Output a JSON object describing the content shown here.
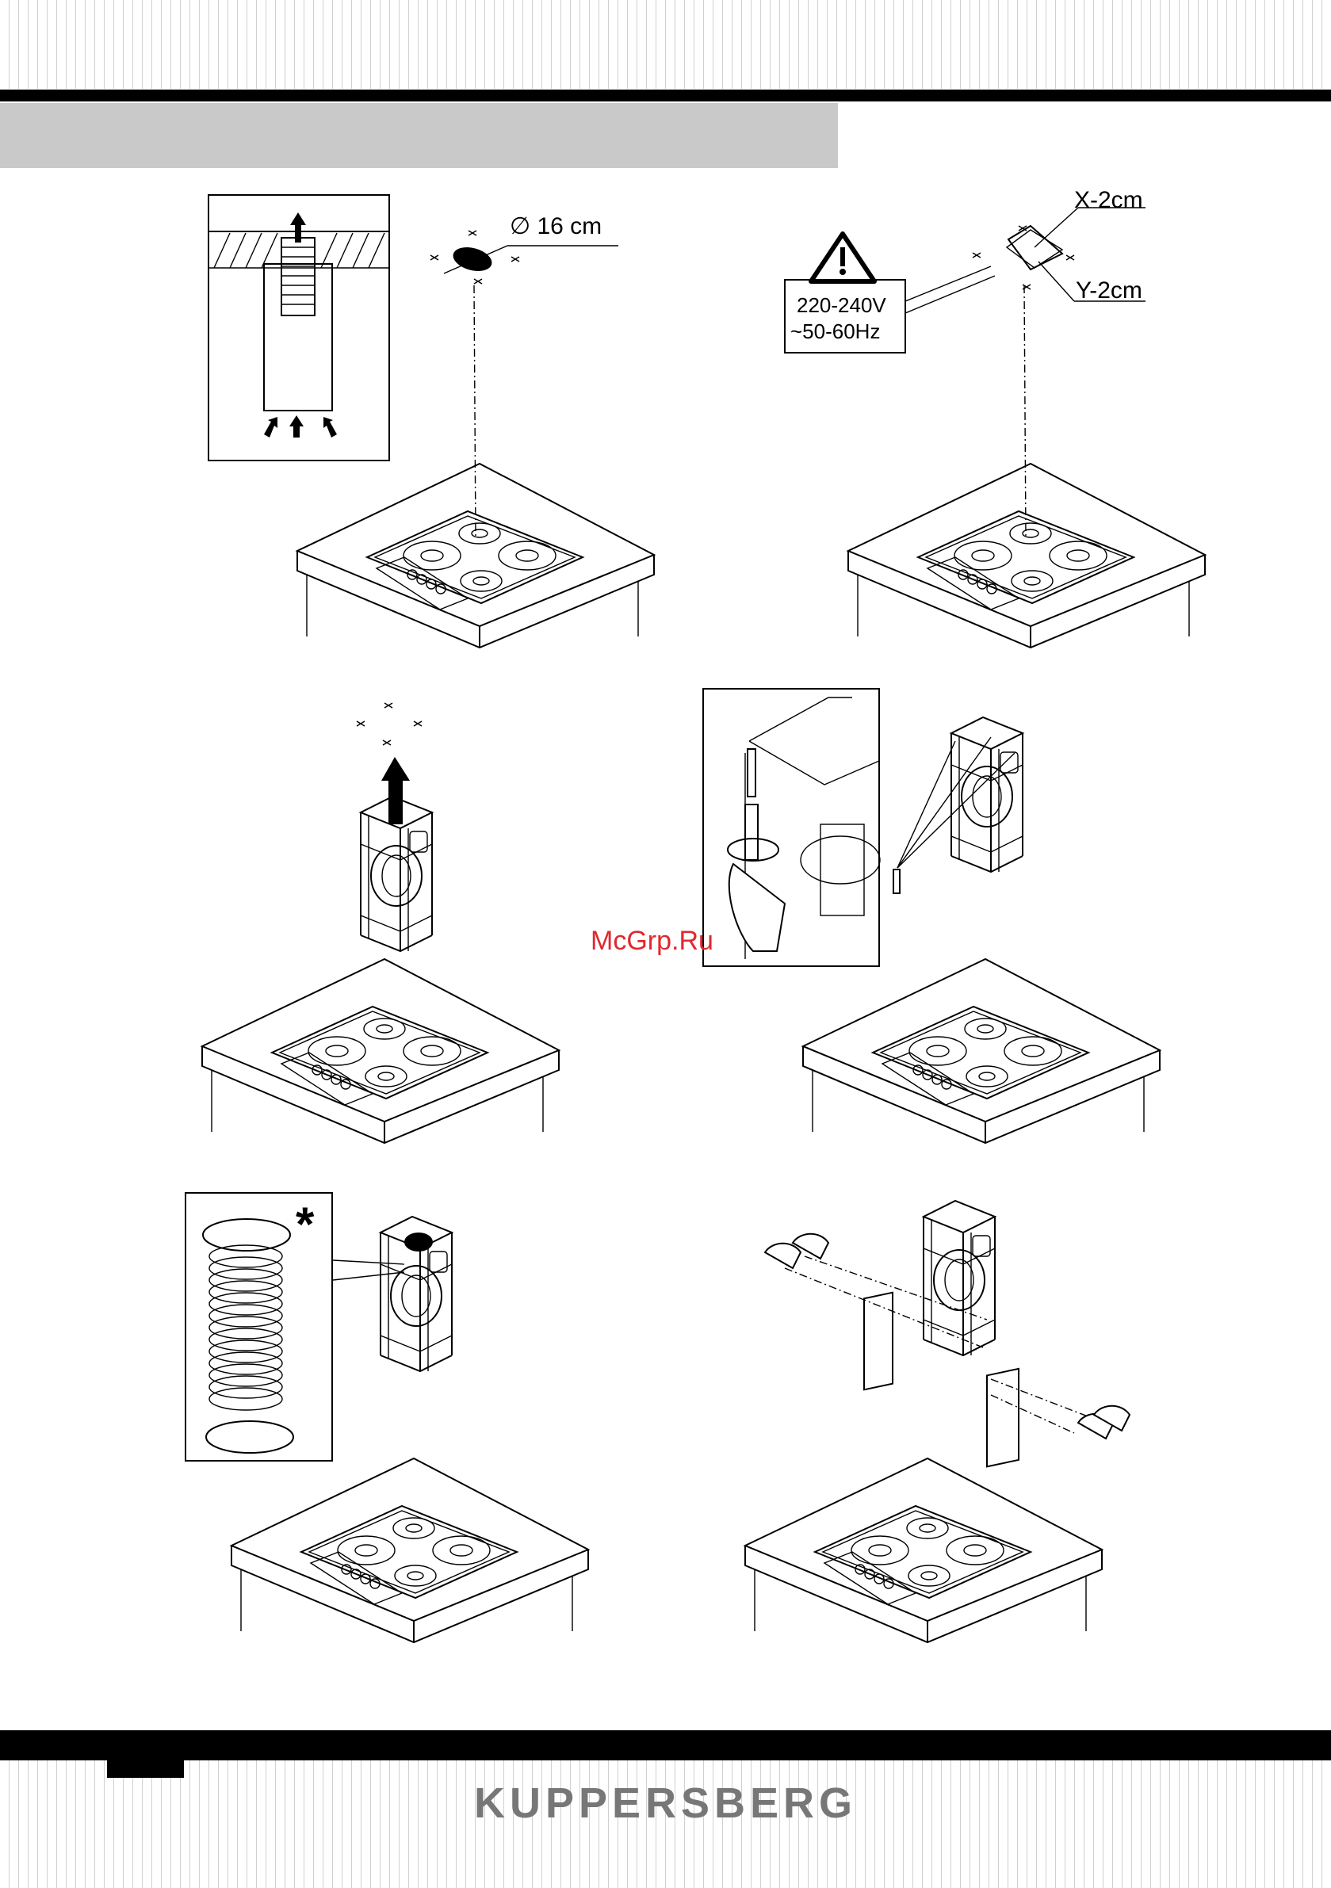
{
  "header": {
    "title": ""
  },
  "diagram_labels": {
    "diameter": "∅ 16 cm",
    "x_offset": "X-2cm",
    "y_offset": "Y-2cm",
    "voltage": "220-240V",
    "frequency": "~50-60Hz",
    "asterisk": "*"
  },
  "watermark": "McGrp.Ru",
  "footer": {
    "brand": "KUPPERSBERG"
  }
}
